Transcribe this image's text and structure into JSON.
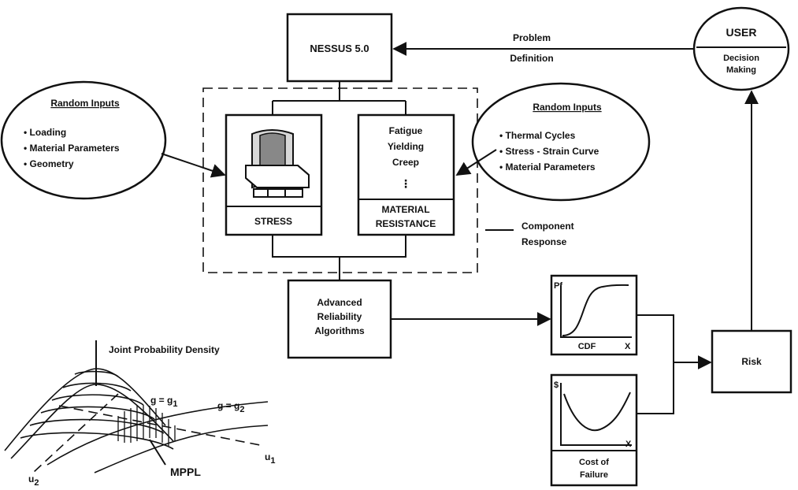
{
  "nessus": "NESSUS 5.0",
  "problem_definition": [
    "Problem",
    "Definition"
  ],
  "user": {
    "title": "USER",
    "subtitle": [
      "Decision",
      "Making"
    ]
  },
  "random_inputs_left": {
    "title": "Random Inputs",
    "items": [
      "• Loading",
      "• Material Parameters",
      "• Geometry"
    ]
  },
  "random_inputs_right": {
    "title": "Random Inputs",
    "items": [
      "• Thermal Cycles",
      "• Stress - Strain Curve",
      "• Material Parameters"
    ]
  },
  "stress_label": "STRESS",
  "material": {
    "modes": [
      "Fatigue",
      "Yielding",
      "Creep"
    ],
    "ellipsis": "⋮",
    "label": [
      "MATERIAL",
      "RESISTANCE"
    ]
  },
  "component_response": [
    "Component",
    "Response"
  ],
  "algorithms": [
    "Advanced",
    "Reliability",
    "Algorithms"
  ],
  "cdf_plot": {
    "y_label": "Pf",
    "x_label": "X",
    "caption": "CDF"
  },
  "cost_plot": {
    "y_label": "$",
    "x_label": "X",
    "caption": [
      "Cost of",
      "Failure"
    ]
  },
  "risk": "Risk",
  "jpd": {
    "title": "Joint Probability Density",
    "g1": "g = g",
    "g1_sub": "1",
    "g2": "g = g",
    "g2_sub": "2",
    "u1": "u",
    "u1_sub": "1",
    "u2": "u",
    "u2_sub": "2",
    "mppl": "MPPL"
  }
}
